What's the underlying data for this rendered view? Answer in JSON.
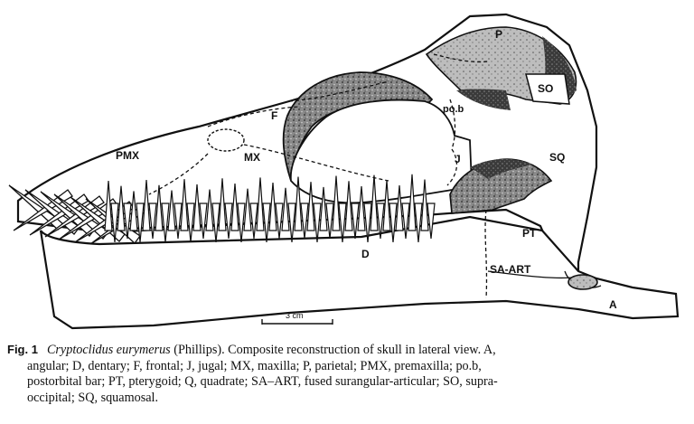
{
  "figure": {
    "bone_labels": {
      "P": "P",
      "SO": "SO",
      "F": "F",
      "po_b": "po.b",
      "PMX": "PMX",
      "MX": "MX",
      "J": "J",
      "SQ": "SQ",
      "PT": "PT",
      "D": "D",
      "SA_ART": "SA-ART",
      "A": "A"
    },
    "scale_bar_label": "3 cm"
  },
  "caption": {
    "fig_number": "Fig. 1",
    "species": "Cryptoclidus eurymerus",
    "line1_rest": " (Phillips). Composite reconstruction of skull in lateral view. A,",
    "line2": "angular; D, dentary; F, frontal; J, jugal; MX, maxilla; P, parietal; PMX, premaxilla; po.b,",
    "line3": "postorbital bar; PT, pterygoid;  Q, quadrate; SA–ART, fused surangular-articular; SO, supra-",
    "line4": "occipital; SQ, squamosal."
  }
}
